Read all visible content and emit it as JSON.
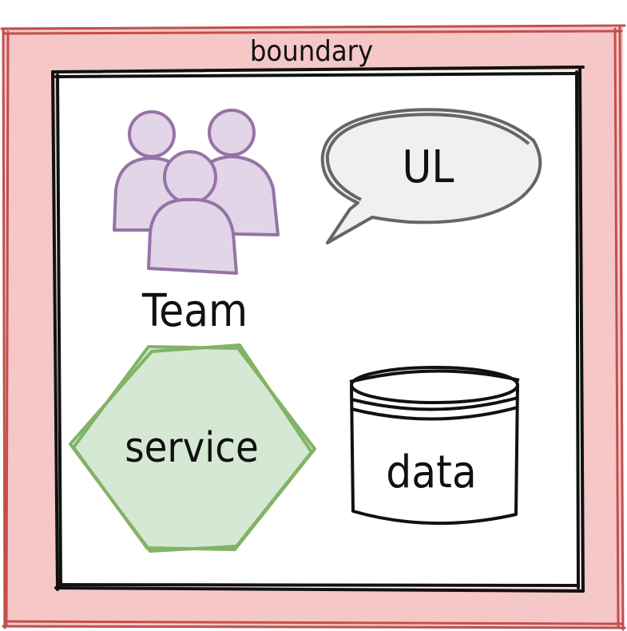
{
  "diagram": {
    "boundary": {
      "label": "boundary",
      "fill": "#f5c7c7",
      "stroke": "#c0504d"
    },
    "inner_box": {
      "fill": "#ffffff",
      "stroke": "#111111"
    },
    "team": {
      "label": "Team",
      "icon": "people-group-icon",
      "fill": "#e1d5e7",
      "stroke": "#9673a6"
    },
    "language": {
      "label": "UL",
      "icon": "speech-bubble-icon",
      "fill": "#f0f0f0",
      "stroke": "#666666"
    },
    "service": {
      "label": "service",
      "icon": "hexagon-icon",
      "fill": "#d5e8d4",
      "stroke": "#82b366"
    },
    "data": {
      "label": "data",
      "icon": "database-cylinder-icon",
      "fill": "#ffffff",
      "stroke": "#111111"
    }
  }
}
